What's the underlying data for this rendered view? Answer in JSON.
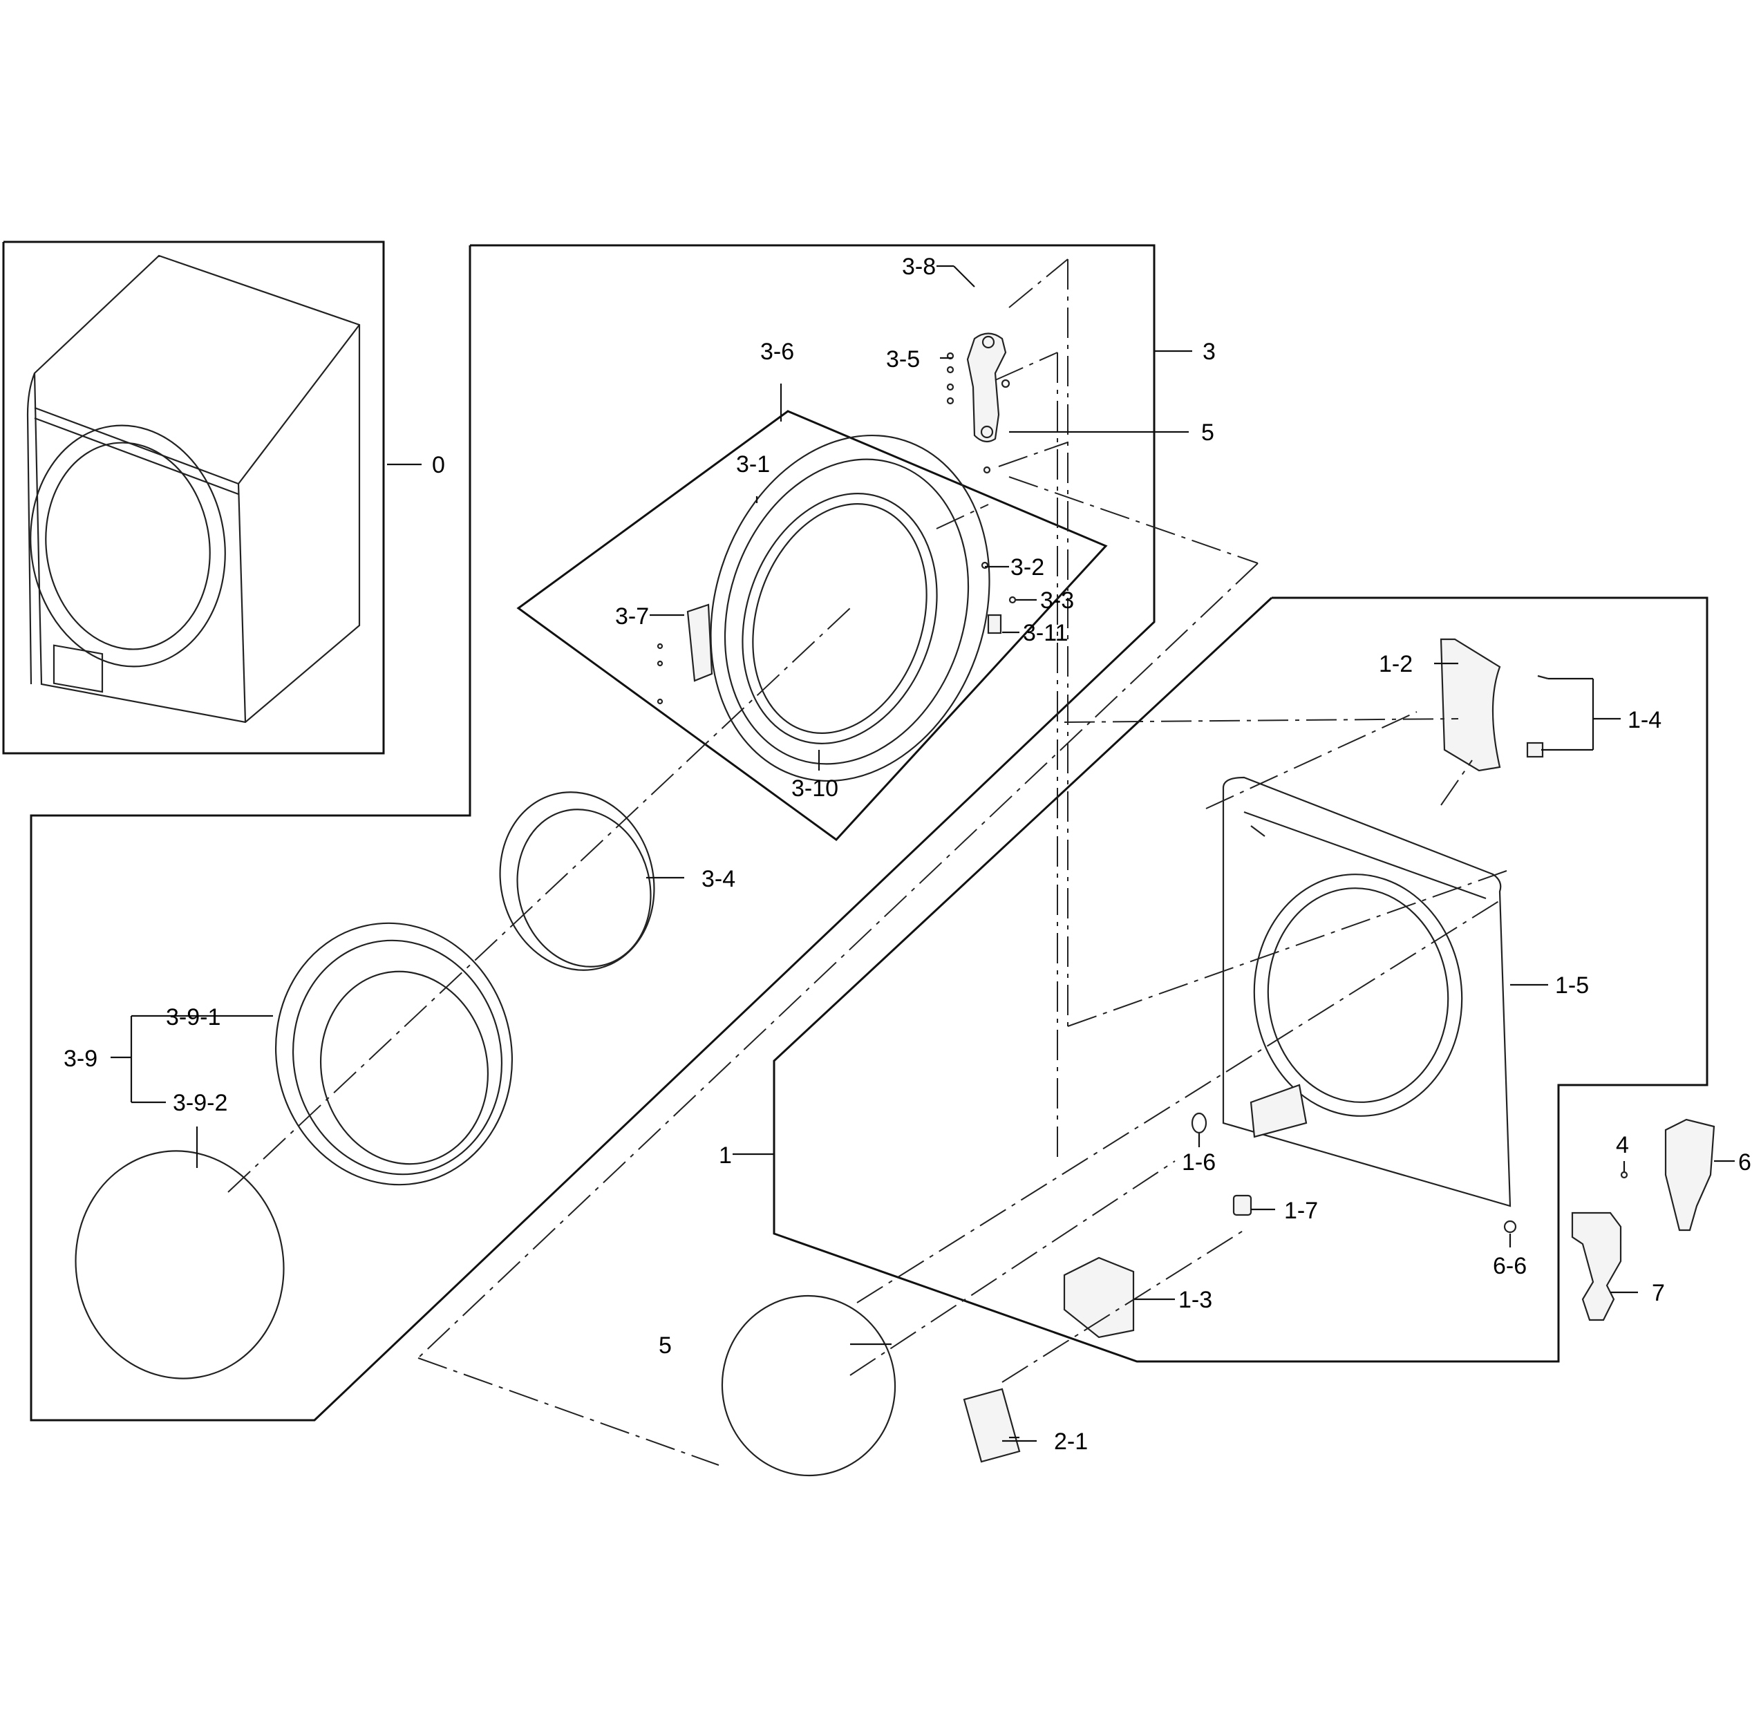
{
  "callouts": {
    "c0": "0",
    "c1": "1",
    "c1_2": "1-2",
    "c1_3": "1-3",
    "c1_4": "1-4",
    "c1_5": "1-5",
    "c1_6": "1-6",
    "c1_7": "1-7",
    "c2_1": "2-1",
    "c3": "3",
    "c3_1": "3-1",
    "c3_2": "3-2",
    "c3_3": "3-3",
    "c3_4": "3-4",
    "c3_5": "3-5",
    "c3_6": "3-6",
    "c3_7": "3-7",
    "c3_8": "3-8",
    "c3_9": "3-9",
    "c3_9_1": "3-9-1",
    "c3_9_2": "3-9-2",
    "c3_10": "3-10",
    "c3_11": "3-11",
    "c4": "4",
    "c5_top": "5",
    "c5_bottom": "5",
    "c6": "6",
    "c6_6": "6-6",
    "c7": "7"
  }
}
